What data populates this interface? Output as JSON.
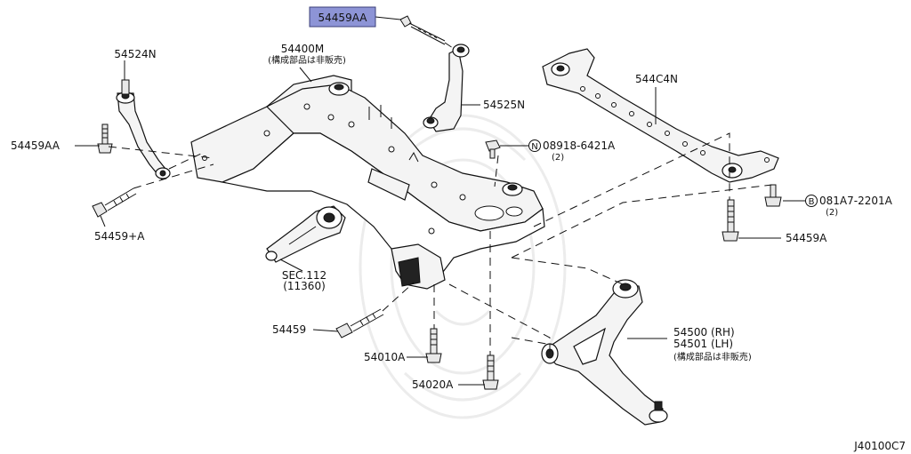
{
  "labels": {
    "p54459AA_top": "54459AA",
    "p54400M": "54400M",
    "p54400M_note": "(構成部品は非販売)",
    "p54524N": "54524N",
    "p54525N": "54525N",
    "p544C4N": "544C4N",
    "p54459AA_left": "54459AA",
    "p08918": "08918-6421A",
    "p08918_qty": "(2)",
    "p08918_prefix": "N",
    "p081A7": "081A7-2201A",
    "p081A7_qty": "(2)",
    "p081A7_prefix": "B",
    "p54459plusA": "54459+A",
    "p54459A": "54459A",
    "sec112": "SEC.112",
    "sec112_sub": "(11360)",
    "p54459": "54459",
    "p54010A": "54010A",
    "p54020A": "54020A",
    "p54500": "54500 (RH)",
    "p54501": "54501 (LH)",
    "p54500_note": "(構成部品は非販売)",
    "diagram_code": "J40100C7"
  },
  "colors": {
    "highlight": "#8d94d6",
    "line": "#111111",
    "watermark": "#ececec"
  }
}
